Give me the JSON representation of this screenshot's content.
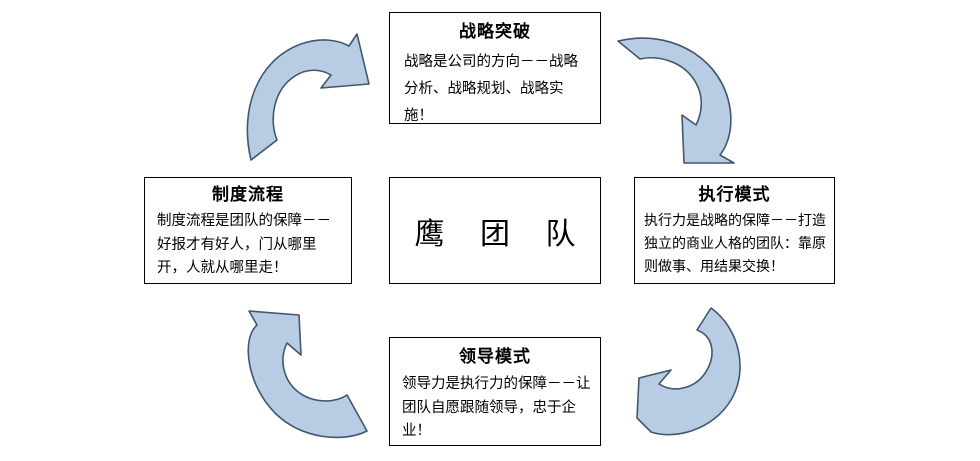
{
  "diagram": {
    "title_center": "鹰 团 队",
    "accent_fill": "#b8cce4",
    "accent_stroke": "#41566f",
    "box_stroke": "#000000",
    "nodes": [
      {
        "id": "strategy",
        "title": "战略突破",
        "body": "战略是公司的方向－－战略分析、战略规划、战略实施！",
        "position": "top"
      },
      {
        "id": "execution",
        "title": "执行模式",
        "body": "执行力是战略的保障－－打造独立的商业人格的团队：靠原则做事、用结果交换！",
        "position": "right"
      },
      {
        "id": "leadership",
        "title": "领导模式",
        "body": "领导力是执行力的保障－－让团队自愿跟随领导，忠于企业！",
        "position": "bottom"
      },
      {
        "id": "system",
        "title": "制度流程",
        "body": "制度流程是团队的保障－－好报才有好人，门从哪里开，人就从哪里走！",
        "position": "left"
      }
    ],
    "arrows": [
      {
        "id": "arrow-top-left",
        "from": "system",
        "to": "strategy",
        "direction": "clockwise"
      },
      {
        "id": "arrow-top-right",
        "from": "strategy",
        "to": "execution",
        "direction": "clockwise"
      },
      {
        "id": "arrow-bottom-right",
        "from": "execution",
        "to": "leadership",
        "direction": "clockwise"
      },
      {
        "id": "arrow-bottom-left",
        "from": "leadership",
        "to": "system",
        "direction": "clockwise"
      }
    ]
  }
}
